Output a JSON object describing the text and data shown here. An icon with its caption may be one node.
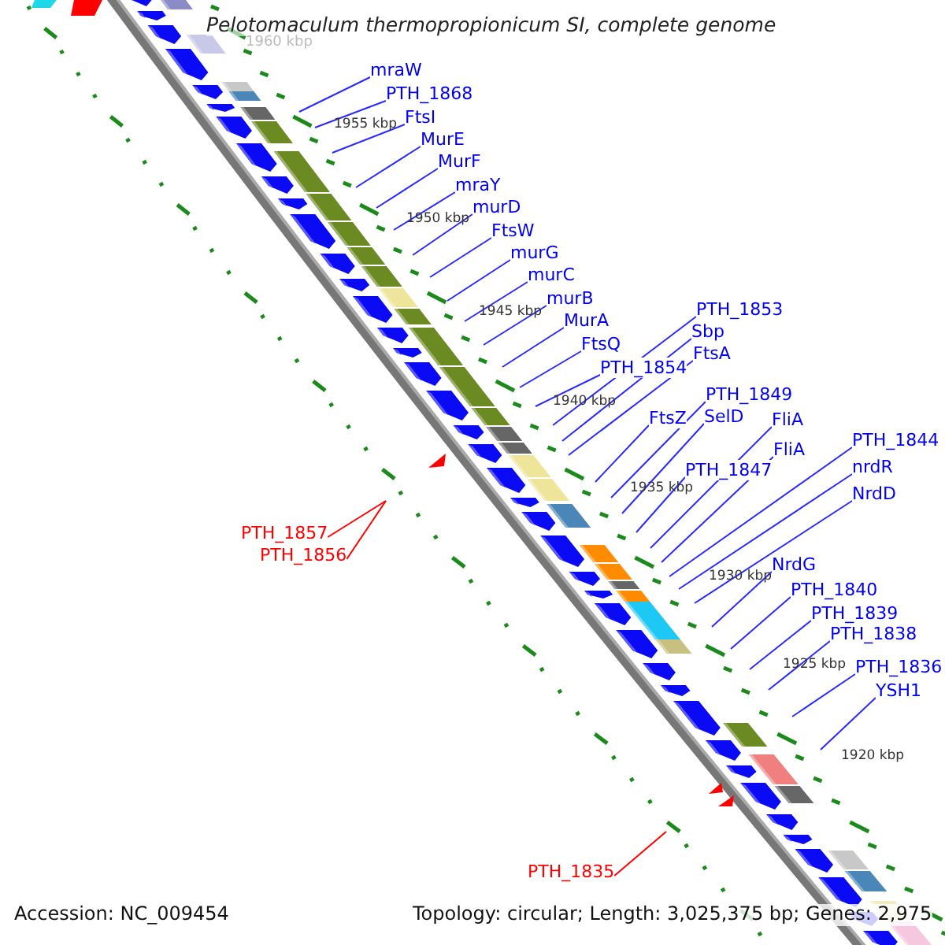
{
  "diagram": {
    "title": "Pelotomaculum thermopropionicum SI, complete genome",
    "nodes": [
      {
        "text": [
          "mraW"
        ]
      },
      {
        "text": [
          "PTH_1868"
        ]
      },
      {
        "text": [
          "FtsI"
        ]
      },
      {
        "text": [
          "MurE"
        ]
      },
      {
        "text": [
          "MurF"
        ]
      },
      {
        "text": [
          "mraY"
        ]
      },
      {
        "text": [
          "murD"
        ]
      },
      {
        "text": [
          "FtsW"
        ]
      },
      {
        "text": [
          "murG"
        ]
      },
      {
        "text": [
          "murC"
        ]
      },
      {
        "text": [
          "murB"
        ]
      },
      {
        "text": [
          "MurA"
        ]
      },
      {
        "text": [
          "FtsQ"
        ]
      },
      {
        "text": [
          "PTH_1854"
        ]
      },
      {
        "text": [
          "PTH_1853"
        ]
      },
      {
        "text": [
          "Sbp"
        ]
      },
      {
        "text": [
          "FtsA"
        ]
      },
      {
        "text": [
          "FtsZ"
        ]
      },
      {
        "text": [
          "PTH_1849"
        ]
      },
      {
        "text": [
          "SelD"
        ]
      },
      {
        "text": [
          "PTH_1847"
        ]
      },
      {
        "text": [
          "FliA"
        ]
      },
      {
        "text": [
          "FliA"
        ]
      },
      {
        "text": [
          "PTH_1844"
        ]
      },
      {
        "text": [
          "nrdR"
        ]
      },
      {
        "text": [
          "NrdD"
        ]
      },
      {
        "text": [
          "PTH_1857"
        ]
      },
      {
        "text": [
          "PTH_1856"
        ]
      },
      {
        "text": [
          "NrdG"
        ]
      },
      {
        "text": [
          "PTH_1840"
        ]
      },
      {
        "text": [
          "PTH_1839"
        ]
      },
      {
        "text": [
          "PTH_1838"
        ]
      },
      {
        "text": [
          "PTH_1836"
        ]
      },
      {
        "text": [
          "YSH1"
        ]
      },
      {
        "text": [
          "PTH_1835"
        ]
      }
    ],
    "edges": [
      {
        "from": 0,
        "to": null,
        "arrow": "none"
      },
      {
        "from": 1,
        "to": null,
        "arrow": "none"
      },
      {
        "from": 2,
        "to": null,
        "arrow": "none"
      },
      {
        "from": 3,
        "to": null,
        "arrow": "none"
      },
      {
        "from": 4,
        "to": null,
        "arrow": "none"
      },
      {
        "from": 5,
        "to": null,
        "arrow": "none"
      },
      {
        "from": 6,
        "to": null,
        "arrow": "none"
      },
      {
        "from": 7,
        "to": null,
        "arrow": "none"
      },
      {
        "from": 8,
        "to": null,
        "arrow": "none"
      },
      {
        "from": 9,
        "to": null,
        "arrow": "none"
      },
      {
        "from": 10,
        "to": null,
        "arrow": "none"
      },
      {
        "from": 11,
        "to": null,
        "arrow": "none"
      },
      {
        "from": 12,
        "to": null,
        "arrow": "none"
      },
      {
        "from": 13,
        "to": null,
        "arrow": "none"
      },
      {
        "from": 14,
        "to": null,
        "arrow": "none"
      },
      {
        "from": 15,
        "to": null,
        "arrow": "none"
      },
      {
        "from": 16,
        "to": null,
        "arrow": "none"
      },
      {
        "from": 17,
        "to": null,
        "arrow": "none"
      },
      {
        "from": 18,
        "to": null,
        "arrow": "none"
      },
      {
        "from": 19,
        "to": null,
        "arrow": "none"
      },
      {
        "from": 20,
        "to": null,
        "arrow": "none"
      },
      {
        "from": 21,
        "to": null,
        "arrow": "none"
      },
      {
        "from": 22,
        "to": null,
        "arrow": "none"
      },
      {
        "from": 23,
        "to": null,
        "arrow": "none"
      },
      {
        "from": 24,
        "to": null,
        "arrow": "none"
      },
      {
        "from": 25,
        "to": null,
        "arrow": "none"
      },
      {
        "from": 26,
        "to": null,
        "arrow": "none",
        "color": "#ff0000"
      },
      {
        "from": 27,
        "to": null,
        "arrow": "none",
        "color": "#ff0000"
      },
      {
        "from": 28,
        "to": null,
        "arrow": "none"
      },
      {
        "from": 29,
        "to": null,
        "arrow": "none"
      },
      {
        "from": 30,
        "to": null,
        "arrow": "none"
      },
      {
        "from": 31,
        "to": null,
        "arrow": "none"
      },
      {
        "from": 32,
        "to": null,
        "arrow": "none"
      },
      {
        "from": 33,
        "to": null,
        "arrow": "none"
      },
      {
        "from": 34,
        "to": null,
        "arrow": "none",
        "color": "#ff0000"
      }
    ],
    "labels": [
      "1960 kbp",
      "1955 kbp",
      "1950 kbp",
      "1945 kbp",
      "1940 kbp",
      "1935 kbp",
      "1930 kbp",
      "1925 kbp",
      "1920 kbp",
      "Accession: NC_009454",
      "Topology: circular; Length: 3,025,375 bp; Genes: 2,975"
    ]
  }
}
